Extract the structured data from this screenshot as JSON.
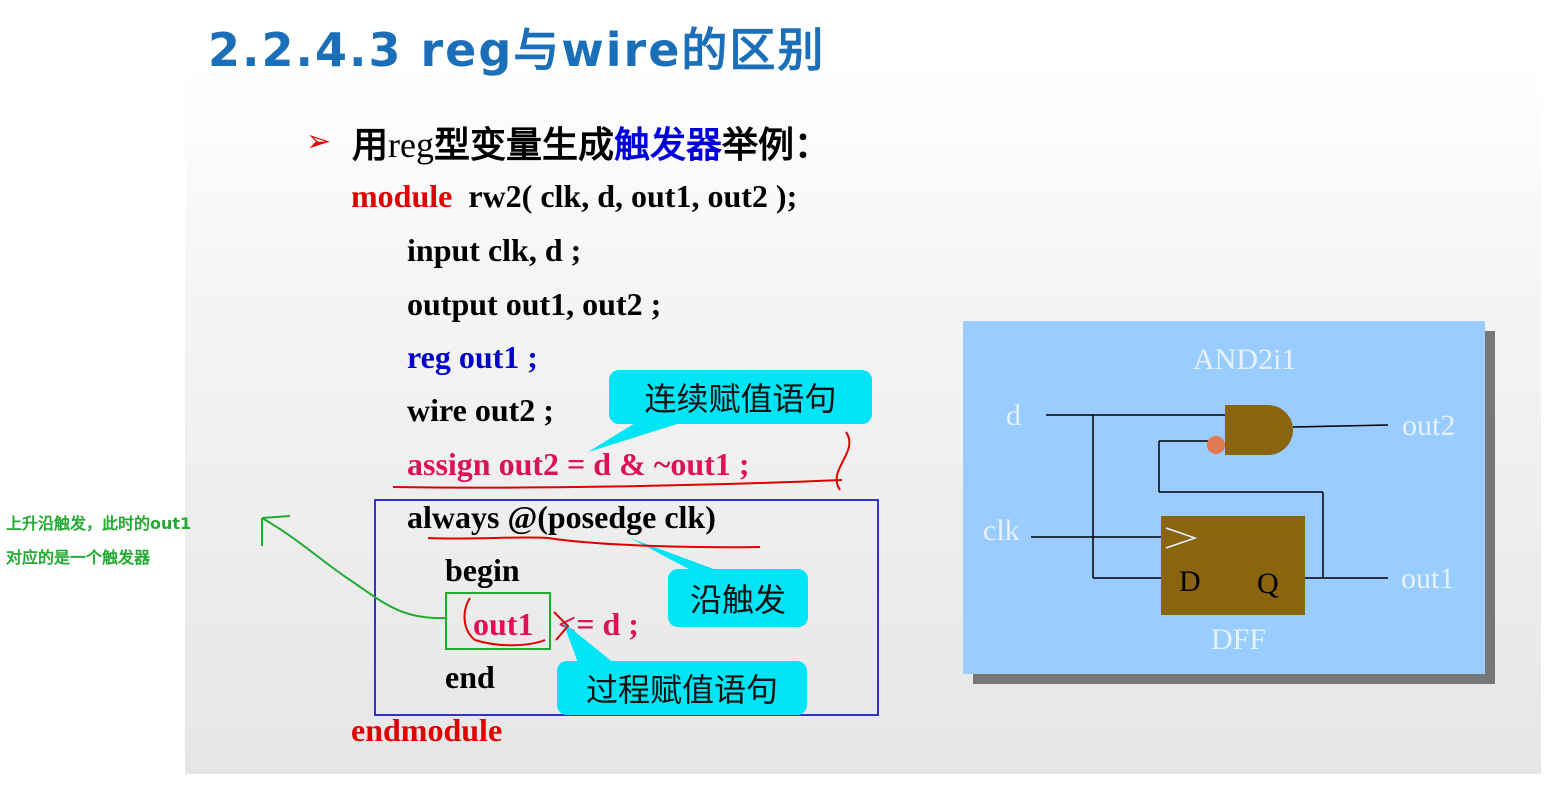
{
  "slide": {
    "title": "2.2.4.3 reg与wire的区别",
    "bullet": {
      "prefix": "用",
      "mono": "reg",
      "mid": "型变量生成",
      "highlight": "触发器",
      "suffix": "举例："
    },
    "code": {
      "module_kw": "module",
      "module_rest": "rw2( clk, d, out1, out2 );",
      "line_input": "input clk, d ;",
      "line_output": "output out1, out2 ;",
      "line_reg": "reg out1 ;",
      "line_wire": "wire out2 ;",
      "line_assign": "assign out2 =  d  & ~out1 ;",
      "line_always": "always @(posedge clk)",
      "line_begin": "begin",
      "line_out1": "out1",
      "line_assign_rest": "<=  d ;",
      "line_end": "end",
      "endmodule_kw": "endmodule"
    },
    "callouts": {
      "continuous": "连续赋值语句",
      "edge": "沿触发",
      "procedural": "过程赋值语句"
    },
    "side_note": {
      "line1": "上升沿触发，此时的out1",
      "line2": "对应的是一个触发器"
    },
    "circuit": {
      "gate_label": "AND2i1",
      "input_d": "d",
      "input_clk": "clk",
      "output_out2": "out2",
      "output_out1": "out1",
      "dff_label": "DFF",
      "pin_d": "D",
      "pin_q": "Q",
      "clk_symbol": ">",
      "colors": {
        "panel": "#99ccff",
        "gate": "#8b6410",
        "bubble": "#e07850"
      }
    }
  }
}
